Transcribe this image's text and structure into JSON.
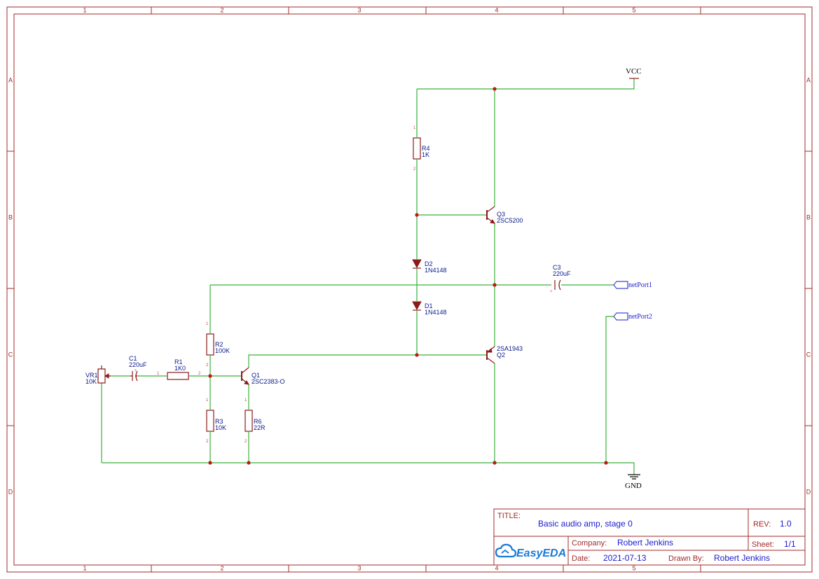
{
  "frame": {
    "columns": [
      "1",
      "2",
      "3",
      "4",
      "5"
    ],
    "rows": [
      "A",
      "B",
      "C",
      "D"
    ]
  },
  "components": {
    "vr1": {
      "ref": "VR1",
      "value": "10K"
    },
    "c1": {
      "ref": "C1",
      "value": "220uF"
    },
    "r1": {
      "ref": "R1",
      "value": "1K0"
    },
    "r2": {
      "ref": "R2",
      "value": "100K"
    },
    "r3": {
      "ref": "R3",
      "value": "10K"
    },
    "r4": {
      "ref": "R4",
      "value": "1K"
    },
    "r6": {
      "ref": "R6",
      "value": "22R"
    },
    "q1": {
      "ref": "Q1",
      "value": "2SC2383-O"
    },
    "q2": {
      "ref": "Q2",
      "value": "2SA1943"
    },
    "q3": {
      "ref": "Q3",
      "value": "2SC5200"
    },
    "d1": {
      "ref": "D1",
      "value": "1N4148"
    },
    "d2": {
      "ref": "D2",
      "value": "1N4148"
    },
    "c3": {
      "ref": "C3",
      "value": "220uF"
    }
  },
  "pins": {
    "one": "1",
    "two": "2"
  },
  "power": {
    "vcc": "VCC",
    "gnd": "GND"
  },
  "net_ports": {
    "port1": "netPort1",
    "port2": "netPort2"
  },
  "title_block": {
    "title_label": "TITLE:",
    "title": "Basic audio amp, stage 0",
    "rev_label": "REV:",
    "rev": "1.0",
    "company_label": "Company:",
    "company": "Robert Jenkins",
    "sheet_label": "Sheet:",
    "sheet": "1/1",
    "date_label": "Date:",
    "date": "2021-07-13",
    "drawn_by_label": "Drawn By:",
    "drawn_by": "Robert Jenkins",
    "logo_text": "EasyEDA"
  }
}
